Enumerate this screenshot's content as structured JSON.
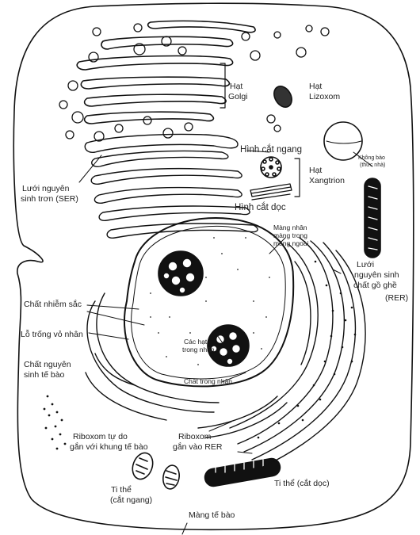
{
  "labels": {
    "hat_golgi_1": "Hạt",
    "hat_golgi_2": "Golgi",
    "hat_lizoxom_1": "Hạt",
    "hat_lizoxom_2": "Lizoxom",
    "hinh_cat_ngang": "Hình cắt ngang",
    "khong_bao_1": "Không bào",
    "khong_bao_2": "(thức nhà)",
    "hat_xangtrion_1": "Hạt",
    "hat_xangtrion_2": "Xangtrion",
    "hinh_cat_doc": "Hình cắt dọc",
    "ser_1": "Lưới nguyên",
    "ser_2": "sinh trơn (SER)",
    "mang_nhan_1": "Màng nhân",
    "mang_nhan_2": "màng trong",
    "mang_nhan_3": "màng ngoài",
    "rer_1": "Lưới",
    "rer_2": "nguyên sinh",
    "rer_3": "chất gồ ghề",
    "rer_4": "(RER)",
    "chat_nhiem_sac": "Chất nhiễm sắc",
    "lo_trong_vo_nhan": "Lỗ trống vỏ nhân",
    "cac_hat_1": "Các hạt",
    "cac_hat_2": "trong nhân",
    "chat_nguyen_sinh_1": "Chất nguyên",
    "chat_nguyen_sinh_2": "sinh tế bào",
    "chat_trong_nhan": "Chất trong nhân",
    "riboxom_tu_do_1": "Riboxom tự do",
    "riboxom_tu_do_2": "gắn với khung tế bào",
    "riboxom_rer_1": "Riboxom",
    "riboxom_rer_2": "gắn vào RER",
    "ti_the_ngang_1": "Ti thể",
    "ti_the_ngang_2": "(cắt ngang)",
    "ti_the_doc": "Ti thể (cắt dọc)",
    "mang_te_bao": "Màng tế bào"
  }
}
